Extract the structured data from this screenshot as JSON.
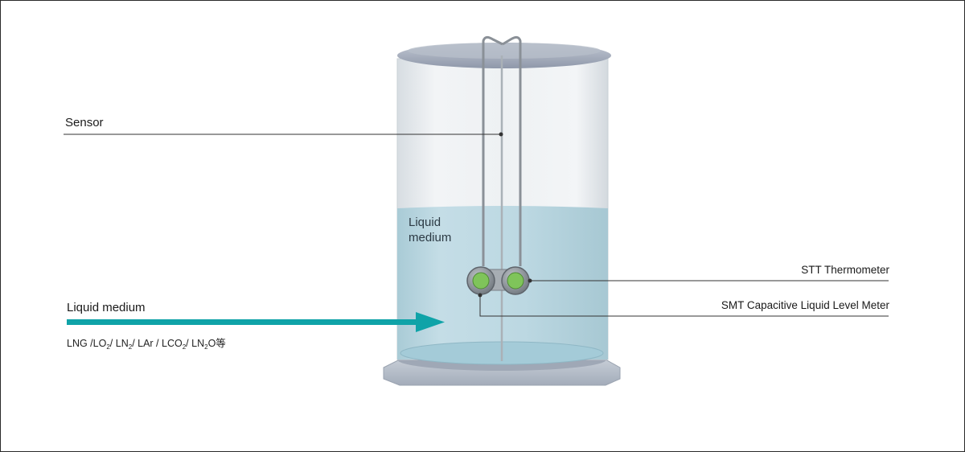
{
  "labels": {
    "sensor": "Sensor",
    "tank_medium_line1": "Liquid",
    "tank_medium_line2": "medium",
    "inflow": "Liquid medium",
    "stt": "STT Thermometer",
    "smt": "SMT  Capacitive Liquid Level Meter"
  },
  "media": [
    {
      "base": "LNG /",
      "sub": ""
    },
    {
      "base": "LO",
      "sub": "2"
    },
    {
      "base": "/ LN",
      "sub": "2"
    },
    {
      "base": "/ LAr / LCO",
      "sub": "2"
    },
    {
      "base": "/ LN",
      "sub": "2"
    },
    {
      "base": "O等",
      "sub": ""
    }
  ],
  "colors": {
    "arrow": "#0fa3a8",
    "liquid": "#b8d6e0",
    "tank_glass": "#e8ecef",
    "lid": "#9ea6b6",
    "base": "#b4bcc8",
    "leader_line": "#333333",
    "display": "#7fc45a"
  },
  "icons": {
    "inflow_arrow": "right-arrow-icon",
    "thermometer_display": "thermometer-head-icon",
    "level_meter_display": "level-meter-head-icon"
  }
}
